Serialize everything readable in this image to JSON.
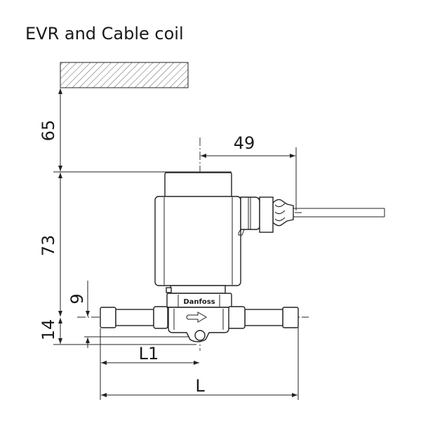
{
  "title": "EVR and Cable coil",
  "brand_label": "Danfoss",
  "dimensions": {
    "clearance_top": "65",
    "coil_height": "73",
    "pipe_offset": "9",
    "body_height": "14",
    "cable_offset": "49",
    "half_length": "L1",
    "total_length": "L"
  },
  "colors": {
    "line": "#222222",
    "background": "#ffffff"
  }
}
